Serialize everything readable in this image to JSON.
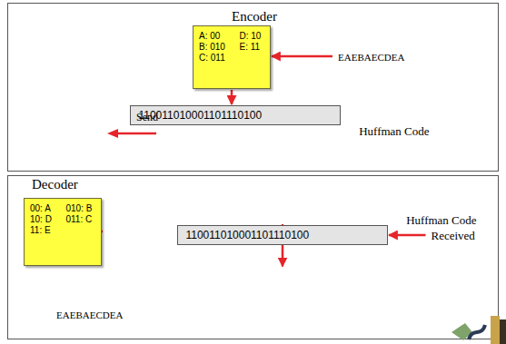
{
  "diagram": {
    "nodes": [
      {
        "text": [
          "Encoder",
          "A: 00",
          "D: 10",
          "B: 010",
          "E: 11",
          "C: 011"
        ]
      },
      {
        "text": [
          "EAEBAECDEA"
        ]
      },
      {
        "text": [
          "110011010001101110100",
          "Huffman Code"
        ]
      },
      {
        "text": [
          "Decoder",
          "00: A",
          "010: B",
          "10: D",
          "011: C",
          "11: E"
        ]
      },
      {
        "text": [
          "Huffman Code",
          "110011010001101110100"
        ]
      },
      {
        "text": [
          "Received"
        ]
      },
      {
        "text": [
          "EAEBAECDEA"
        ]
      }
    ],
    "edges": [
      {
        "from": 1,
        "to": 0,
        "arrow": "to"
      },
      {
        "from": 0,
        "to": 2,
        "arrow": "to"
      },
      {
        "from": 5,
        "to": 4,
        "arrow": "to"
      },
      {
        "from": 4,
        "to": 3,
        "arrow": "to"
      },
      {
        "from": 3,
        "to": 6,
        "arrow": "to"
      }
    ],
    "labels": [
      "Send"
    ]
  }
}
